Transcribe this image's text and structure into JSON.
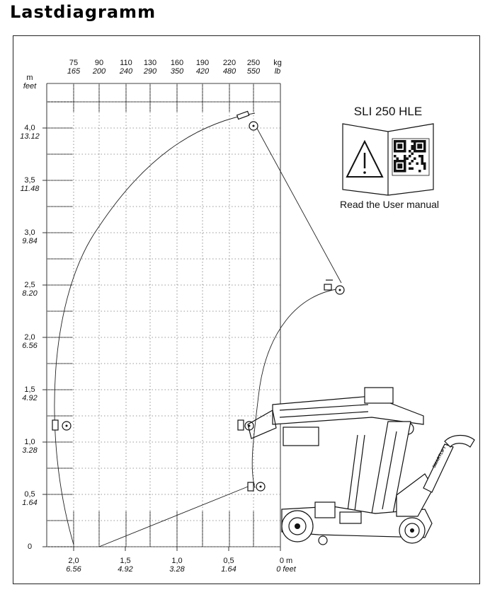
{
  "title": "Lastdiagramm",
  "top_axis": {
    "unit_primary": "kg",
    "unit_secondary": "lb",
    "ticks": [
      {
        "primary": "75",
        "secondary": "165"
      },
      {
        "primary": "90",
        "secondary": "200"
      },
      {
        "primary": "110",
        "secondary": "240"
      },
      {
        "primary": "130",
        "secondary": "290"
      },
      {
        "primary": "160",
        "secondary": "350"
      },
      {
        "primary": "190",
        "secondary": "420"
      },
      {
        "primary": "220",
        "secondary": "480"
      },
      {
        "primary": "250",
        "secondary": "550"
      }
    ]
  },
  "left_axis": {
    "unit_primary": "m",
    "unit_secondary": "feet",
    "ticks": [
      {
        "primary": "4,0",
        "secondary": "13.12",
        "value": 4.0
      },
      {
        "primary": "3,5",
        "secondary": "11.48",
        "value": 3.5
      },
      {
        "primary": "3,0",
        "secondary": "9.84",
        "value": 3.0
      },
      {
        "primary": "2,5",
        "secondary": "8.20",
        "value": 2.5
      },
      {
        "primary": "2,0",
        "secondary": "6.56",
        "value": 2.0
      },
      {
        "primary": "1,5",
        "secondary": "4.92",
        "value": 1.5
      },
      {
        "primary": "1,0",
        "secondary": "3.28",
        "value": 1.0
      },
      {
        "primary": "0,5",
        "secondary": "1.64",
        "value": 0.5
      },
      {
        "primary": "0",
        "secondary": "",
        "value": 0
      }
    ]
  },
  "bottom_axis": {
    "ticks": [
      {
        "primary": "2,0",
        "secondary": "6.56",
        "value": 2.0
      },
      {
        "primary": "1,5",
        "secondary": "4.92",
        "value": 1.5
      },
      {
        "primary": "1,0",
        "secondary": "3.28",
        "value": 1.0
      },
      {
        "primary": "0,5",
        "secondary": "1.64",
        "value": 0.5
      },
      {
        "primary": "0 m",
        "secondary": "0 feet",
        "value": 0
      }
    ]
  },
  "manual_notice": {
    "model": "SLI 250 HLE",
    "caption": "Read the User manual",
    "icons": [
      "warning-icon",
      "qr-code-icon"
    ]
  },
  "machine": {
    "brand_mark": "SMARTLIFT"
  }
}
